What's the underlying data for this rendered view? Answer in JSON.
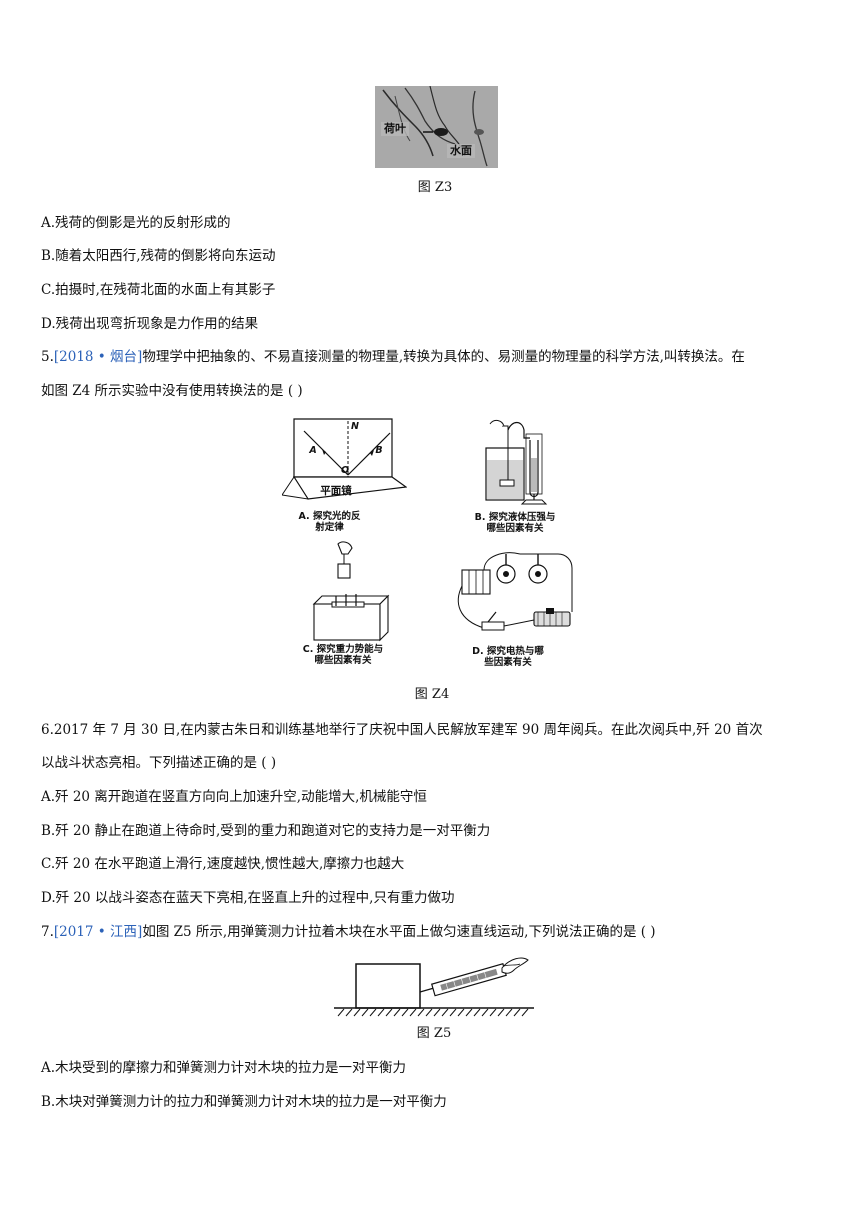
{
  "figure_z3": {
    "caption": "图 Z3",
    "label_lotus_leaf": "荷叶",
    "label_water_surface": "水面"
  },
  "q4_options": [
    "A.残荷的倒影是光的反射形成的",
    "B.随着太阳西行,残荷的倒影将向东运动",
    "C.拍摄时,在残荷北面的水面上有其影子",
    "D.残荷出现弯折现象是力作用的结果"
  ],
  "q5": {
    "number": "5.",
    "source": "[2018 • 烟台]",
    "stem_line1": "物理学中把抽象的、不易直接测量的物理量,转换为具体的、易测量的物理量的科学方法,叫转换法。在",
    "stem_line2": "如图 Z4 所示实验中没有使用转换法的是  (        )"
  },
  "figure_z4": {
    "caption": "图 Z4",
    "panel_a": {
      "label_l1": "A. 探究光的反",
      "label_l2": "射定律",
      "mirror_label": "平面镜",
      "n": "N",
      "a": "A",
      "b": "B",
      "o": "O"
    },
    "panel_b": {
      "label_l1": "B. 探究液体压强与",
      "label_l2": "哪些因素有关"
    },
    "panel_c": {
      "label_l1": "C. 探究重力势能与",
      "label_l2": "哪些因素有关"
    },
    "panel_d": {
      "label_l1": "D. 探究电热与哪",
      "label_l2": "些因素有关"
    }
  },
  "q6": {
    "stem_line1": "6.2017 年 7 月 30 日,在内蒙古朱日和训练基地举行了庆祝中国人民解放军建军 90 周年阅兵。在此次阅兵中,歼 20 首次",
    "stem_line2": "以战斗状态亮相。下列描述正确的是       (        )",
    "options": [
      "A.歼 20 离开跑道在竖直方向向上加速升空,动能增大,机械能守恒",
      "B.歼 20 静止在跑道上待命时,受到的重力和跑道对它的支持力是一对平衡力",
      "C.歼 20 在水平跑道上滑行,速度越快,惯性越大,摩擦力也越大",
      "D.歼 20 以战斗姿态在蓝天下亮相,在竖直上升的过程中,只有重力做功"
    ]
  },
  "q7": {
    "number": "7.",
    "source": "[2017 • 江西]",
    "stem": "如图 Z5 所示,用弹簧测力计拉着木块在水平面上做匀速直线运动,下列说法正确的是      (        )",
    "options": [
      "A.木块受到的摩擦力和弹簧测力计对木块的拉力是一对平衡力",
      "B.木块对弹簧测力计的拉力和弹簧测力计对木块的拉力是一对平衡力"
    ]
  },
  "figure_z5": {
    "caption": "图 Z5"
  }
}
